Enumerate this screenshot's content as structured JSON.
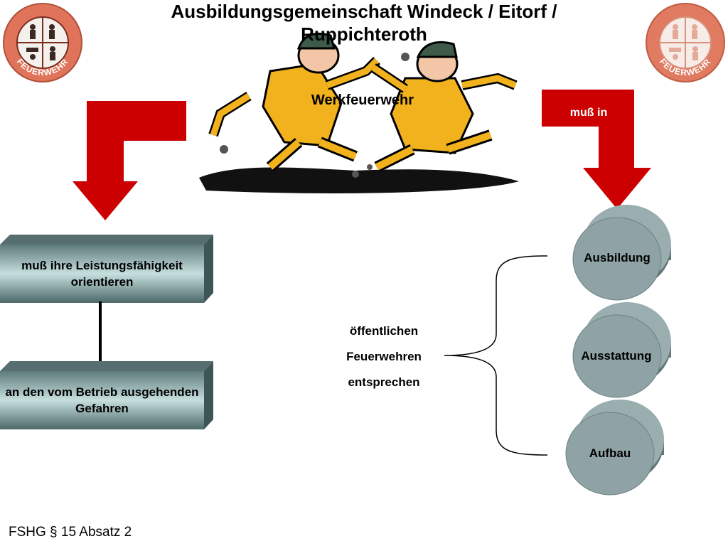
{
  "title": "Ausbildungsgemeinschaft Windeck / Eitorf / Ruppichteroth",
  "subtitle": "Werkfeuerwehr",
  "logo": {
    "text": "FEUERWEHR",
    "colors": {
      "ring": "#e0745a",
      "fill": "#f2c7bb"
    }
  },
  "arrow_right_label": "muß in",
  "left_boxes": [
    {
      "text": "muß ihre Leistungsfähigkeit orientieren"
    },
    {
      "text": "an den vom Betrieb ausgehenden Gefahren"
    }
  ],
  "brace_text": [
    "öffentlichen",
    "Feuerwehren",
    "entsprechen"
  ],
  "cylinders": [
    {
      "label": "Ausbildung"
    },
    {
      "label": "Ausstattung"
    },
    {
      "label": "Aufbau"
    }
  ],
  "footer": "FSHG § 15 Absatz 2",
  "colors": {
    "arrow": "#cc0000",
    "box": "#8aa5a6",
    "cylinder": "#8fa3a6"
  }
}
